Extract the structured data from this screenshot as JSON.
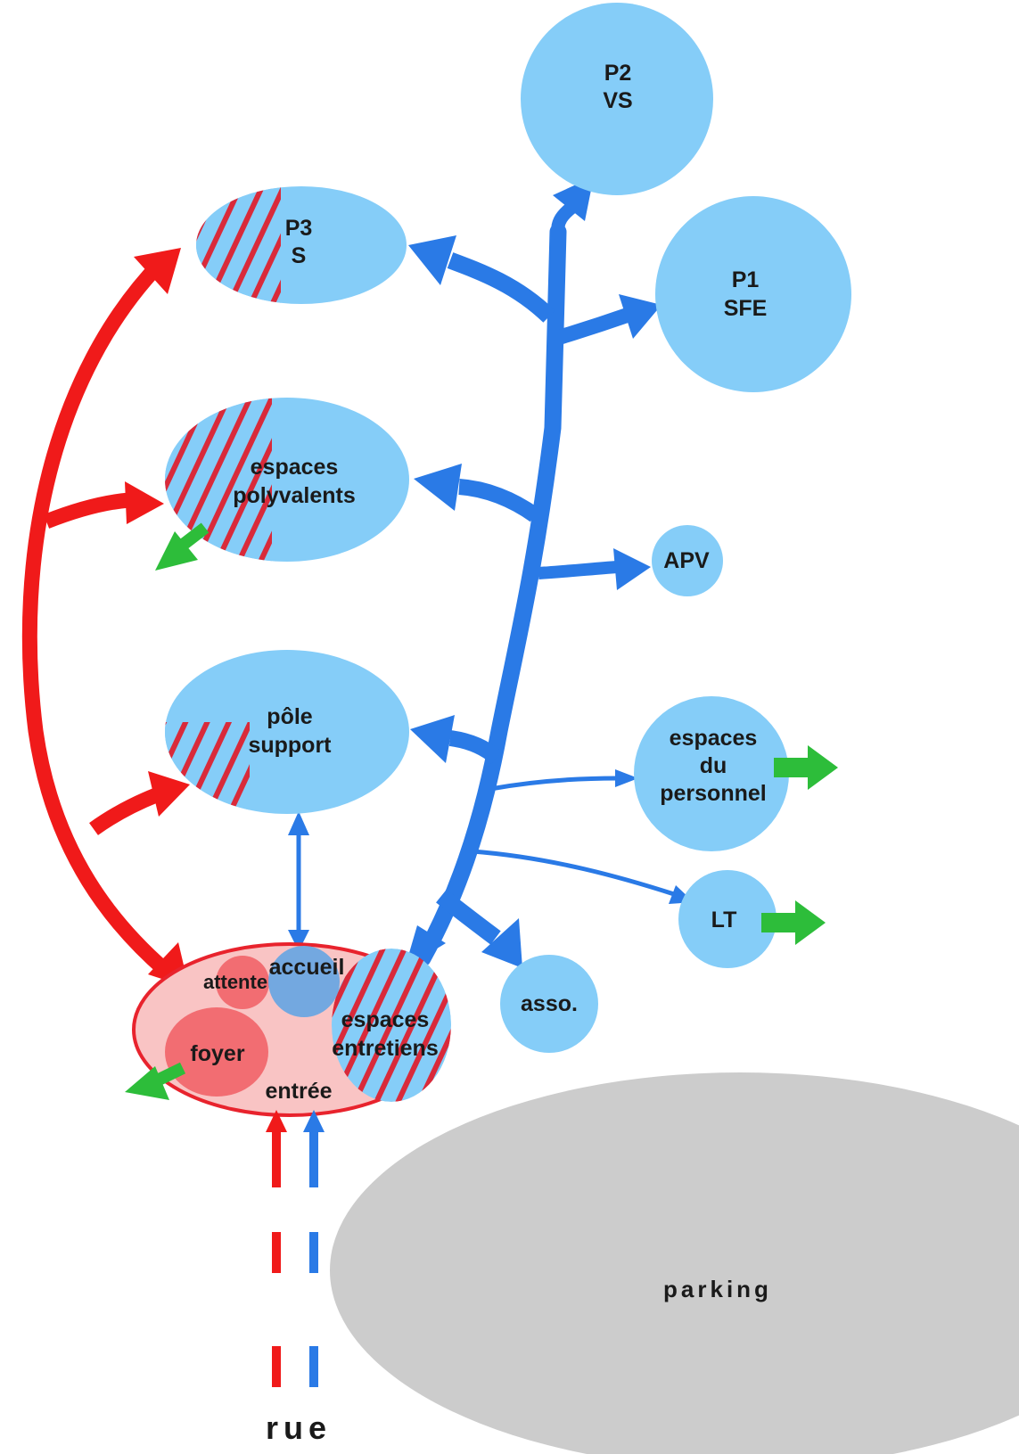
{
  "nodes": {
    "p2": {
      "line1": "P2",
      "line2": "VS"
    },
    "p3": {
      "line1": "P3",
      "line2": "S"
    },
    "p1": {
      "line1": "P1",
      "line2": "SFE"
    },
    "espaces_polyvalents": {
      "line1": "espaces",
      "line2": "polyvalents"
    },
    "apv": {
      "label": "APV"
    },
    "pole_support": {
      "line1": "pôle",
      "line2": "support"
    },
    "espaces_personnel": {
      "line1": "espaces",
      "line2": "du",
      "line3": "personnel"
    },
    "lt": {
      "label": "LT"
    },
    "asso": {
      "label": "asso."
    },
    "accueil": {
      "label": "accueil"
    },
    "attente": {
      "label": "attente"
    },
    "foyer": {
      "label": "foyer"
    },
    "espaces_entretiens": {
      "line1": "espaces",
      "line2": "entretiens"
    },
    "entree": {
      "label": "entrée"
    },
    "parking": {
      "label": "parking"
    },
    "rue": {
      "label": "rue"
    }
  },
  "colors": {
    "red_flow": "#f01a1a",
    "blue_flow": "#2a7ae6",
    "room_fill": "#85cdf8",
    "green_arrow": "#2dbd3a",
    "parking_fill": "#cccccc",
    "entrance_fill": "#f9c4c4"
  }
}
